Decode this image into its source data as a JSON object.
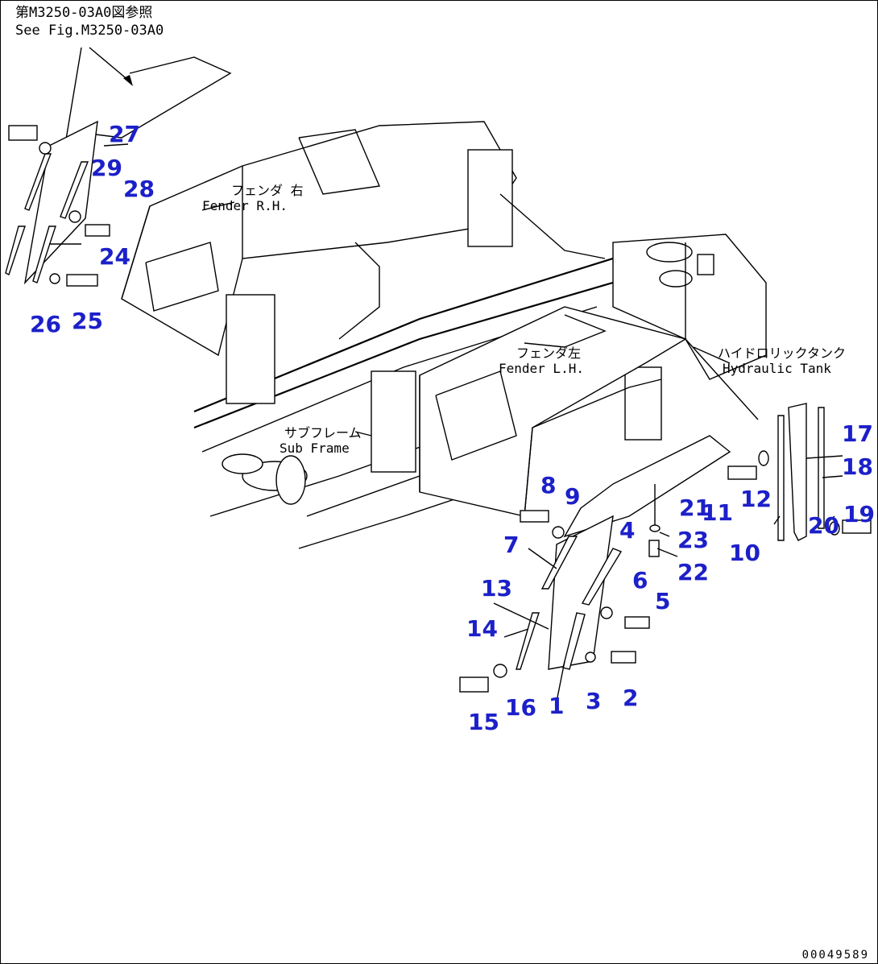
{
  "reference": {
    "jp": "第M3250-03A0図参照",
    "en": "See Fig.M3250-03A0"
  },
  "labels": {
    "fender_rh": {
      "jp": "フェンダ 右",
      "en": "Fender R.H."
    },
    "fender_lh": {
      "jp": "フェンダ左",
      "en": "Fender L.H."
    },
    "hydraulic_tank": {
      "jp": "ハイドロリックタンク",
      "en": "Hydraulic Tank"
    },
    "sub_frame": {
      "jp": "サブフレーム",
      "en": "Sub Frame"
    }
  },
  "callouts": [
    "1",
    "2",
    "3",
    "4",
    "5",
    "6",
    "7",
    "8",
    "9",
    "10",
    "11",
    "12",
    "13",
    "14",
    "15",
    "16",
    "17",
    "18",
    "19",
    "20",
    "21",
    "22",
    "23",
    "24",
    "25",
    "26",
    "27",
    "28",
    "29"
  ],
  "drawing_number": "00049589",
  "colors": {
    "callout": "#1c20c8",
    "line": "#000000",
    "background": "#ffffff"
  }
}
